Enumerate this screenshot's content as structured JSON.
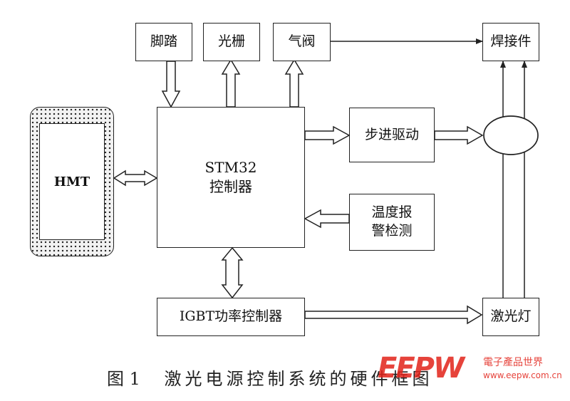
{
  "blocks": {
    "pedal": "脚踏",
    "grating": "光栅",
    "air_valve": "气阀",
    "workpiece": "焊接件",
    "hmt": "HMT",
    "controller_line1": "STM32",
    "controller_line2": "控制器",
    "stepper": "步进驱动",
    "temp_line1": "温度报",
    "temp_line2": "警检测",
    "igbt": "IGBT功率控制器",
    "lamp": "激光灯"
  },
  "caption": {
    "figure_number": "图 1",
    "title": "激光电源控制系统的硬件框图"
  },
  "watermark": {
    "logo_text": "EEPW",
    "logo_subtitle": "電子產品世界",
    "logo_url": "www.eepw.com.cn"
  },
  "colors": {
    "line": "#222222",
    "watermark": "#e2231a"
  }
}
